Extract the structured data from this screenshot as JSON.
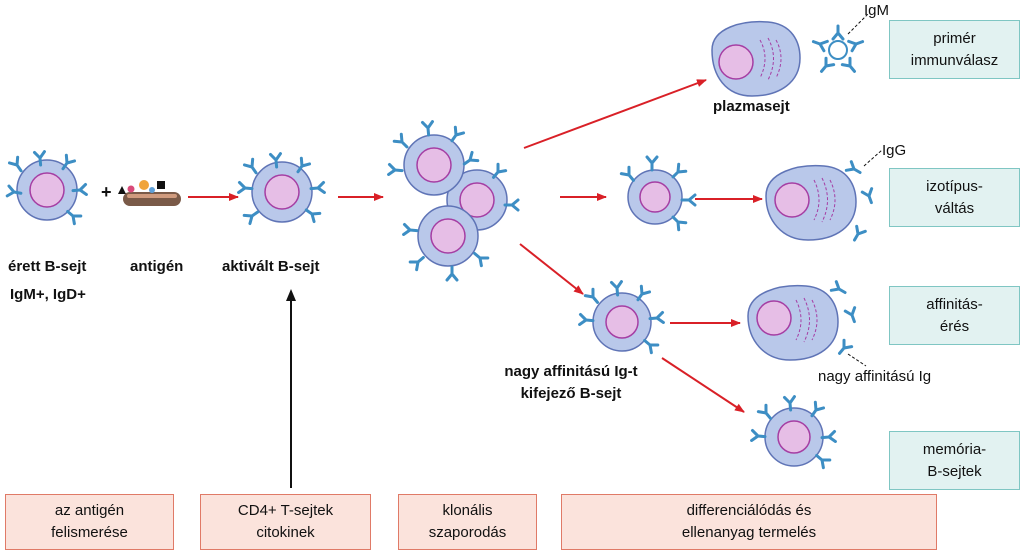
{
  "colors": {
    "cell_fill": "#b9c8ea",
    "cell_stroke": "#5f74b6",
    "nucleus_fill": "#e6bee6",
    "nucleus_stroke": "#a53ea3",
    "receptor": "#3d8ec4",
    "arrow_red": "#d92027",
    "arrow_black": "#111111",
    "stage_box_fill": "#fbe3dc",
    "stage_box_border": "#e07a67",
    "outcome_box_fill": "#e2f2f1",
    "outcome_box_border": "#7fc6c3"
  },
  "labels": {
    "mature_b_cell": "érett B-sejt",
    "mature_b_cell_sub": "IgM+, IgD+",
    "plus": "+",
    "antigen": "antigén",
    "activated_b_cell": "aktivált B-sejt",
    "plasma_cell": "plazmasejt",
    "high_affinity_b_cell_line1": "nagy affinitású Ig-t",
    "high_affinity_b_cell_line2": "kifejező B-sejt",
    "igm": "IgM",
    "igg": "IgG",
    "high_affinity_ig": "nagy affinitású Ig"
  },
  "outcomes": [
    {
      "line1": "primér",
      "line2": "immunválasz"
    },
    {
      "line1": "izotípus-",
      "line2": "váltás"
    },
    {
      "line1": "affinitás-",
      "line2": "érés"
    },
    {
      "line1": "memória-",
      "line2": "B-sejtek"
    }
  ],
  "stages": [
    {
      "line1": "az antigén",
      "line2": "felismerése"
    },
    {
      "line1": "CD4+ T-sejtek",
      "line2": "citokinek"
    },
    {
      "line1": "klonális",
      "line2": "szaporodás"
    },
    {
      "line1": "differenciálódás és",
      "line2": "ellenanyag termelés"
    }
  ]
}
